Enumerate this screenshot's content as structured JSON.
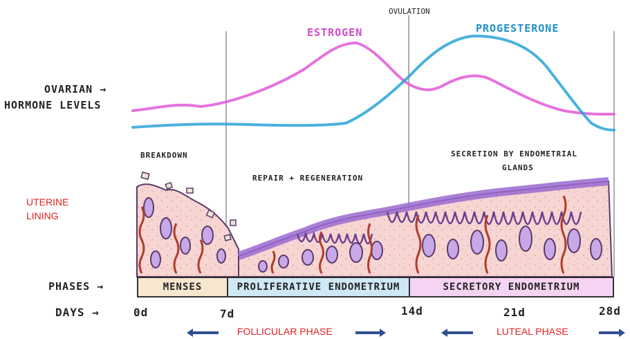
{
  "top": {
    "ovulation": "OVULATION"
  },
  "hormones": {
    "axis_label_line1": "OVARIAN →",
    "axis_label_line2": "HORMONE LEVELS",
    "estrogen": {
      "name": "ESTROGEN",
      "color": "#e05ad8"
    },
    "progesterone": {
      "name": "PROGESTERONE",
      "color": "#2aa3d8"
    }
  },
  "lining": {
    "label_line1": "UTERINE",
    "label_line2": "LINING",
    "stage_breakdown": "BREAKDOWN",
    "stage_repair": "REPAIR + REGENERATION",
    "stage_secretion_line1": "SECRETION BY ENDOMETRIAL",
    "stage_secretion_line2": "GLANDS"
  },
  "phases": {
    "row_label": "PHASES →",
    "menses": "MENSES",
    "proliferative": "PROLIFERATIVE ENDOMETRIUM",
    "secretory": "SECRETORY ENDOMETRIUM",
    "colors": {
      "menses": "#f7e7cf",
      "proliferative": "#cfe8f5",
      "secretory": "#f5d3f3"
    }
  },
  "days": {
    "row_label": "DAYS →",
    "ticks": [
      "0d",
      "7d",
      "14d",
      "21d",
      "28d"
    ]
  },
  "cycle_phases": {
    "follicular": "FOLLICULAR PHASE",
    "luteal": "LUTEAL PHASE"
  }
}
